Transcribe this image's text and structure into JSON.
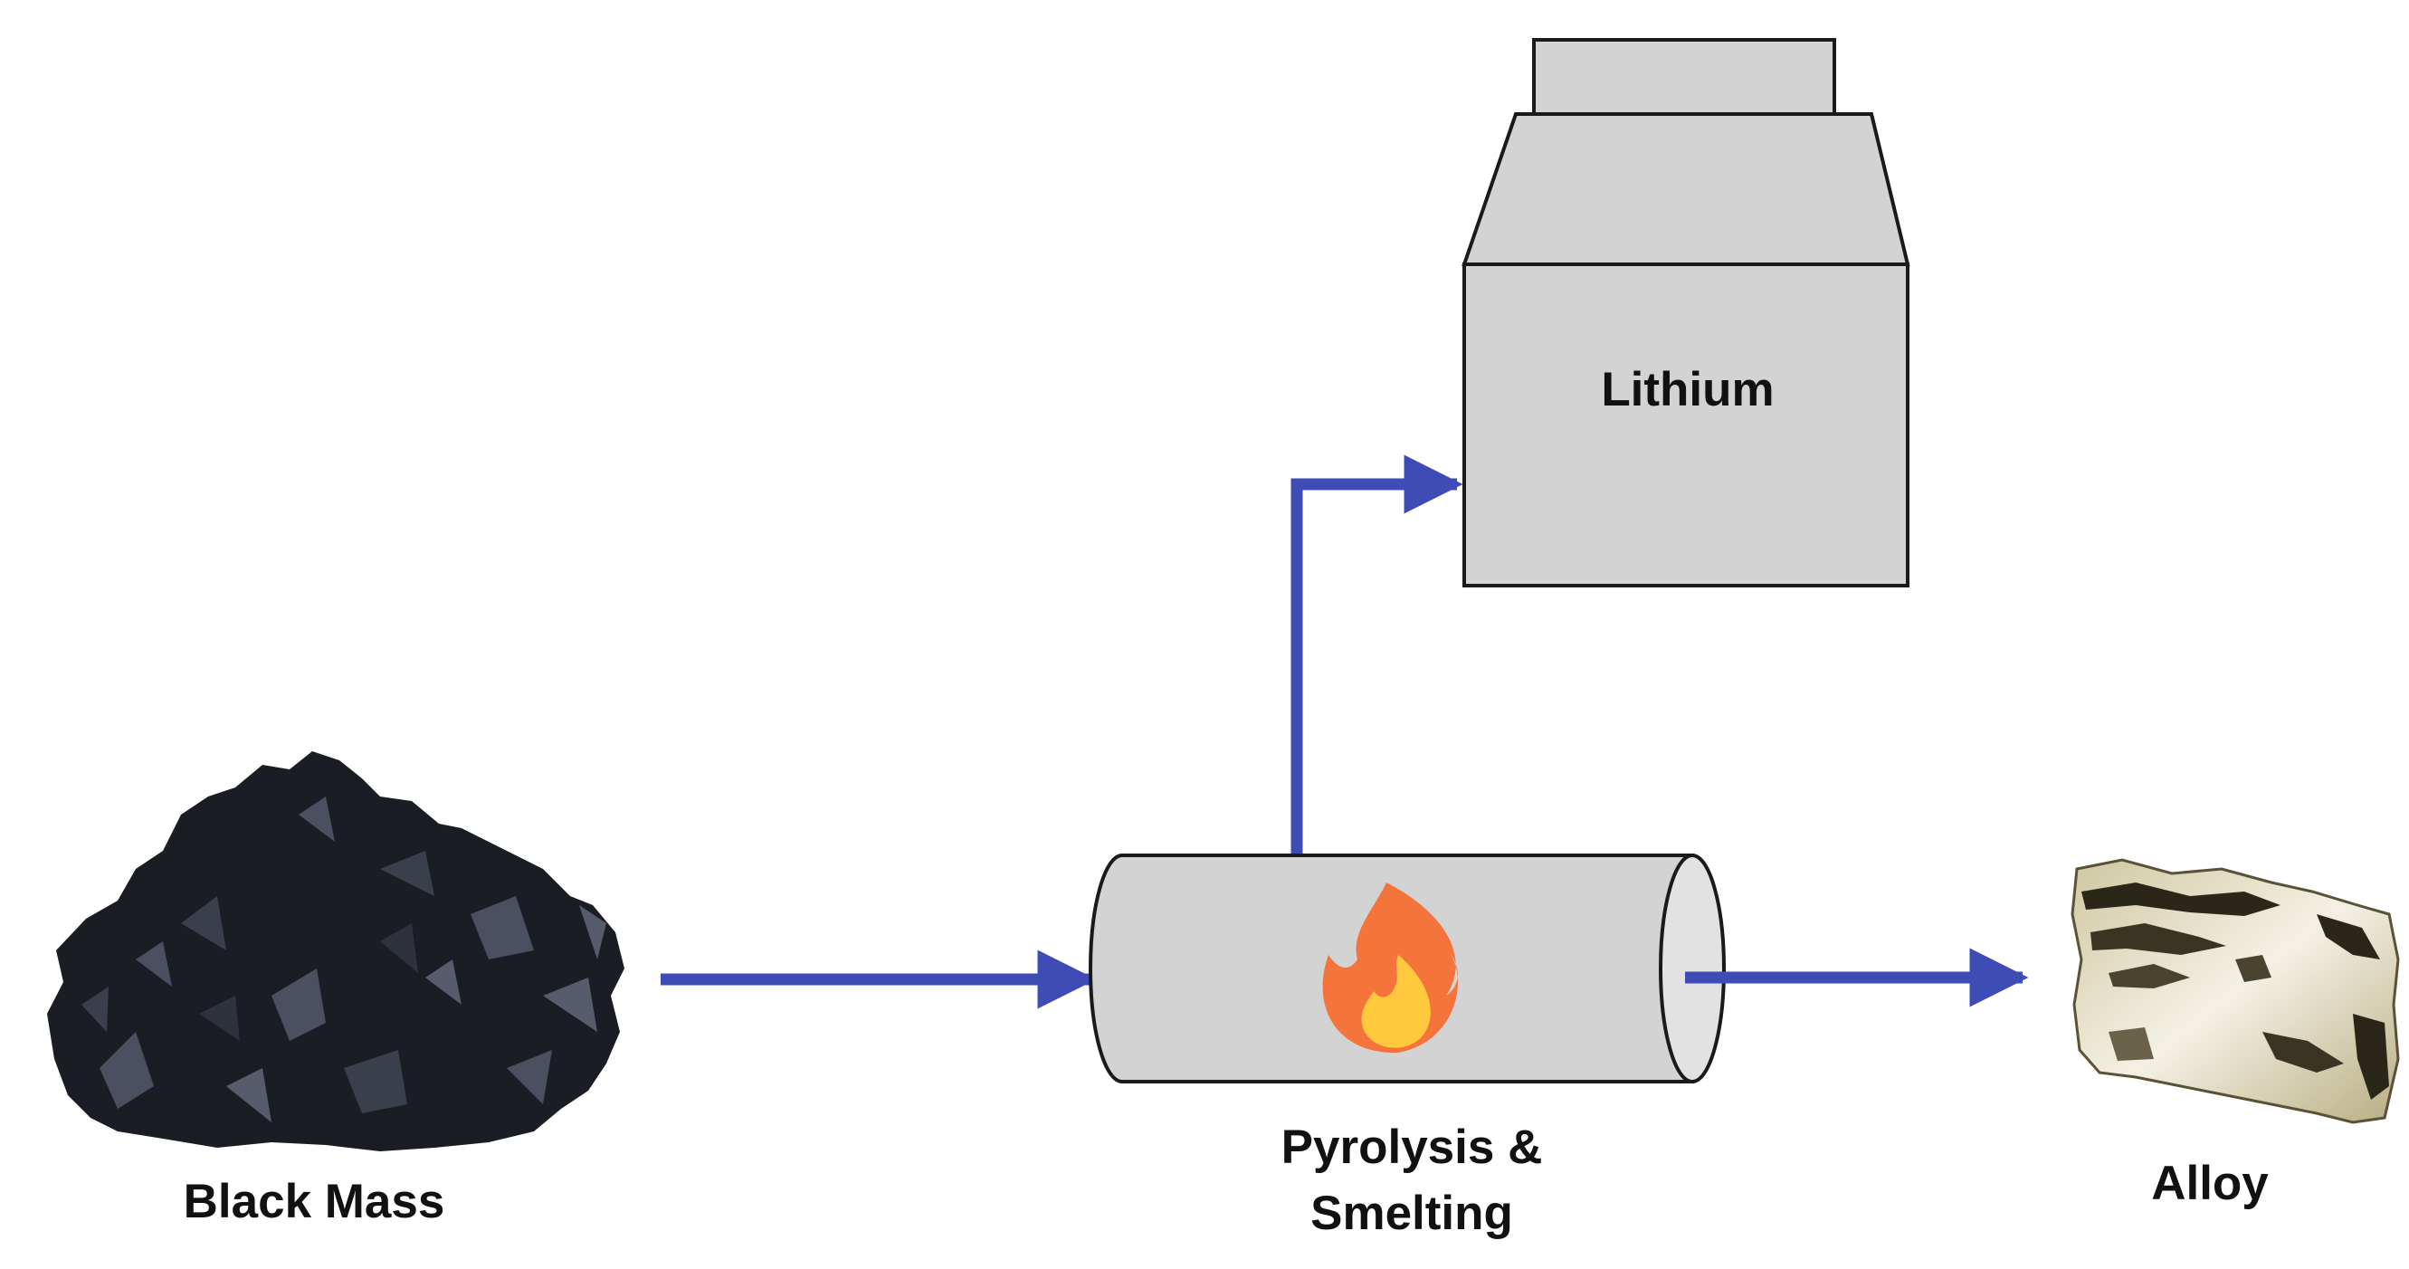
{
  "diagram": {
    "nodes": {
      "input": {
        "label": "Black Mass",
        "icon": "black-mass-pile-icon"
      },
      "process": {
        "label_line1": "Pyrolysis &",
        "label_line2": "Smelting",
        "icon": "flame-icon"
      },
      "lithium": {
        "label": "Lithium",
        "icon": "furnace-stack-icon"
      },
      "output": {
        "label": "Alloy",
        "icon": "alloy-nugget-icon"
      }
    },
    "flows": [
      {
        "from": "Black Mass",
        "to": "Pyrolysis & Smelting"
      },
      {
        "from": "Pyrolysis & Smelting",
        "to": "Lithium"
      },
      {
        "from": "Pyrolysis & Smelting",
        "to": "Alloy"
      }
    ],
    "colors": {
      "arrow": "#3f4cb5",
      "vessel_fill": "#d3d3d3",
      "vessel_stroke": "#1a1a1a",
      "black_mass": "#1b1d25",
      "black_mass_highlight": "#4a5060",
      "flame_outer": "#f4743b",
      "flame_inner": "#ffc83d",
      "alloy_base": "#e9e2c6",
      "alloy_dark": "#2a2618"
    }
  }
}
